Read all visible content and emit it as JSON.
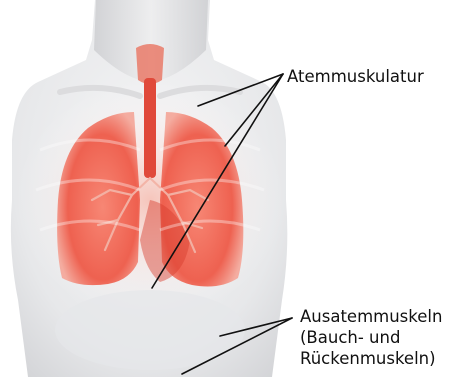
{
  "labels": {
    "breathing_muscles": "Atemmuskulatur",
    "expiratory_muscles_line1": "Ausatemmuskeln",
    "expiratory_muscles_line2": "(Bauch- und",
    "expiratory_muscles_line3": "Rückenmuskeln)"
  },
  "colors": {
    "background": "#ffffff",
    "body_shade": "#d9dadc",
    "lung": "#ee5a48",
    "trachea": "#e0493a",
    "leader_line": "#111111"
  }
}
